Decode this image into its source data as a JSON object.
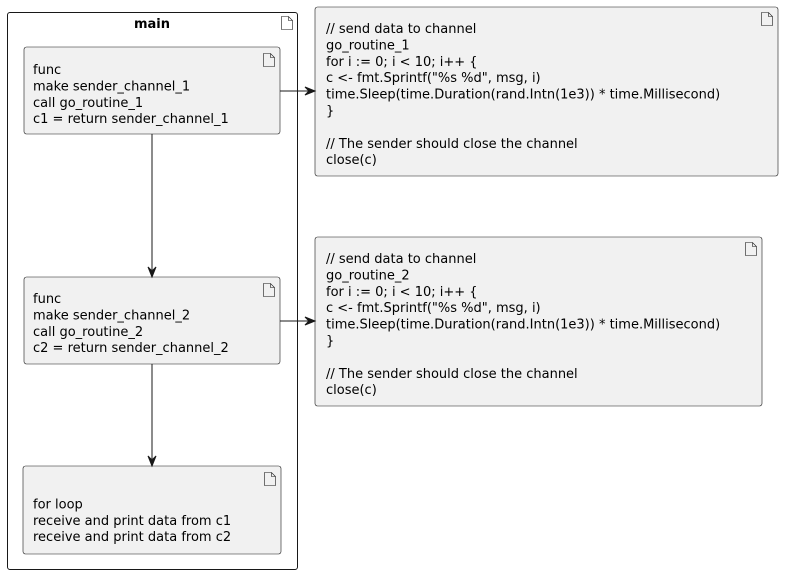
{
  "diagram": {
    "container": {
      "title": "main"
    },
    "nodes": {
      "func1": {
        "lines": [
          "func",
          "    make sender_channel_1",
          "    call go_routine_1",
          "    c1 = return sender_channel_1"
        ]
      },
      "func2": {
        "lines": [
          "func",
          "    make sender_channel_2",
          "    call go_routine_2",
          "    c2 = return sender_channel_2"
        ]
      },
      "loop": {
        "lines": [
          "",
          "    for loop",
          "      receive and print data from c1",
          "      receive and print data from c2"
        ]
      },
      "note1": {
        "lines": [
          "// send data to channel",
          "go_routine_1",
          "    for i := 0; i < 10; i++ {",
          "      c <- fmt.Sprintf(\"%s %d\", msg, i)",
          "      time.Sleep(time.Duration(rand.Intn(1e3)) * time.Millisecond)",
          "    }",
          "",
          "    // The sender should close the channel",
          "    close(c)"
        ]
      },
      "note2": {
        "lines": [
          "// send data to channel",
          "go_routine_2",
          "for i := 0; i < 10; i++ {",
          "  c <- fmt.Sprintf(\"%s %d\", msg, i)",
          "  time.Sleep(time.Duration(rand.Intn(1e3)) * time.Millisecond)",
          " }",
          "",
          "// The sender should close the channel",
          "close(c)"
        ]
      }
    },
    "edges": [
      {
        "from": "func1",
        "to": "func2"
      },
      {
        "from": "func2",
        "to": "loop"
      },
      {
        "from": "func1",
        "to": "note1"
      },
      {
        "from": "func2",
        "to": "note2"
      }
    ]
  }
}
